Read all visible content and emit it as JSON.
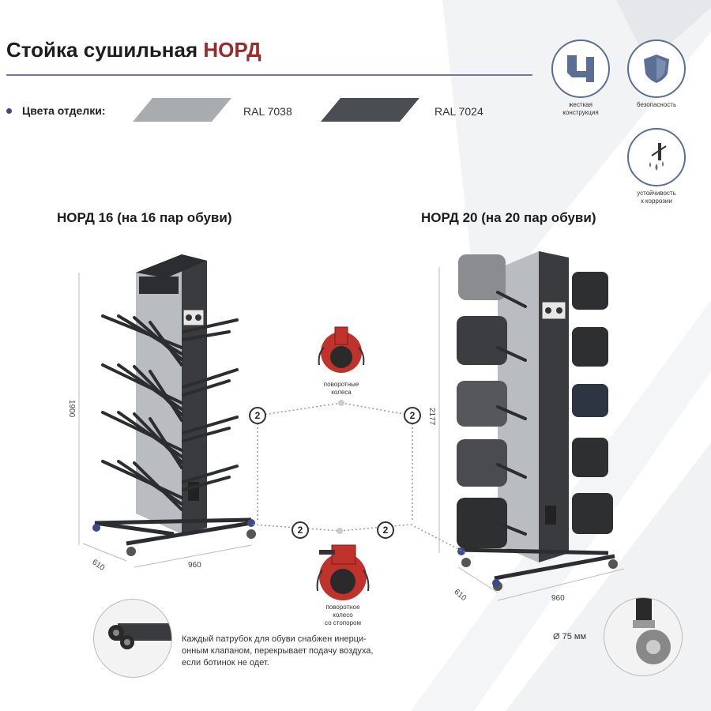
{
  "header": {
    "title_main": "Стойка сушильная ",
    "title_accent": "НОРД",
    "colors_label": "Цвета отделки:"
  },
  "finishes": [
    {
      "code": "RAL 7038",
      "color": "#a9acaf"
    },
    {
      "code": "RAL 7024",
      "color": "#4a4d52"
    }
  ],
  "features": [
    {
      "icon": "rigid-frame-icon",
      "caption": "жесткая\nконструкция"
    },
    {
      "icon": "shield-icon",
      "caption": "безопасность"
    },
    {
      "icon": "water-drops-icon",
      "caption": "устойчивость\nк коррозии"
    }
  ],
  "models": [
    {
      "title": "НОРД 16 (на 16 пар обуви)",
      "height": "1900",
      "depth": "610",
      "width": "960"
    },
    {
      "title": "НОРД 20 (на 20 пар обуви)",
      "height": "2177",
      "depth": "610",
      "width": "960"
    }
  ],
  "wheels": {
    "swivel_caption": "поворотные\nколеса",
    "brake_caption": "поворотное\nколесо\nсо стопором",
    "count_label": "2",
    "diameter": "Ø 75 мм"
  },
  "note": "Каждый патрубок для обуви снабжен инерци-\nонным клапаном, перекрывает подачу воздуха,\nесли ботинок не одет.",
  "colors": {
    "accent": "#9b2b2b",
    "frame": "#3a3b3f",
    "panel": "#b9bcc0",
    "wheel_red": "#c0322c",
    "line": "#6f7aa0"
  }
}
